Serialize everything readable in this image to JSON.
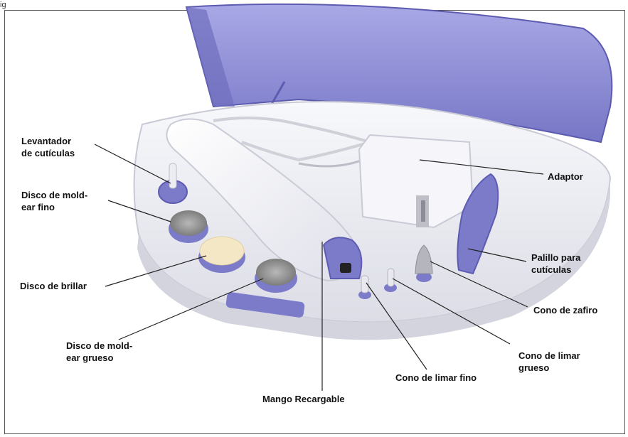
{
  "figure": {
    "corner_label": "ig"
  },
  "labels": {
    "levantador": [
      "Levantador",
      "de cutículas"
    ],
    "disco_fino": [
      "Disco de mold-",
      "ear fino"
    ],
    "disco_brillar": [
      "Disco de brillar"
    ],
    "disco_grueso": [
      "Disco de mold-",
      "ear grueso"
    ],
    "mango": [
      "Mango Recargable"
    ],
    "cono_fino": [
      "Cono de limar fino"
    ],
    "cono_grueso": [
      "Cono de limar",
      "grueso"
    ],
    "cono_zafiro": [
      "Cono de zafiro"
    ],
    "palillo": [
      "Palillo para",
      "cutículas"
    ],
    "adaptor": [
      "Adaptor"
    ]
  },
  "colors": {
    "lid": "#8f8ed6",
    "lid_dark": "#6d6cbd",
    "base": "#f1f2f6",
    "accessory_purple": "#7b7bc9",
    "pad_cream": "#f4e7c6",
    "pad_grey": "#9a9a9a",
    "leader_line": "#222222"
  }
}
